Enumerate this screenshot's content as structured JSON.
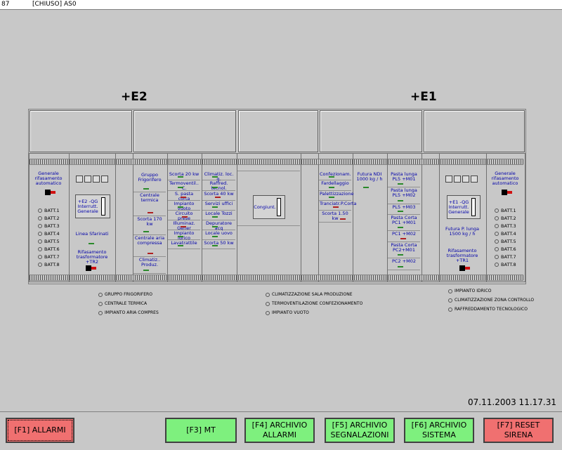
{
  "titlebar": {
    "number": "87",
    "title": "[CHIUSO] AS0"
  },
  "sections": {
    "e2": "+E2",
    "e1": "+E1"
  },
  "left_group": {
    "generale": "Generale rifasamento automatico",
    "batt": [
      "BATT.1",
      "BATT.2",
      "BATT.3",
      "BATT.4",
      "BATT.5",
      "BATT.6",
      "BATT.7",
      "BATT.8"
    ],
    "qg": "+E2 -QG Interrutt. Generale",
    "linea": "Linea Sfarinati",
    "rif": "Rifasamento trasformatore +TR2"
  },
  "col_frigo": [
    "Gruppo Frigorifero",
    "Centrale termica",
    "Scorta 170 kw",
    "Centrale aria compressa",
    "Climatiz.. Produz."
  ],
  "col_a": [
    "Scorta 20 kw",
    "Termoventil.. C.",
    "S. pasta corta",
    "Impianto vuoto",
    "Circuito prese",
    "Illuminaz. Gener",
    "Impianto idrico",
    "Lavatrattile"
  ],
  "col_b": [
    "Climatiz. loc. q.",
    "Raffred. tecnol.",
    "Scorta 40 kw",
    "Servizi uffici",
    "Locale Tozzi",
    "Depuratore acq",
    "Locale uovo",
    "Scorta 50 kw"
  ],
  "congiunt": "Congiunt.",
  "col_conf": [
    "Confezionam.",
    "Fardellaggio",
    "Palettizzazione",
    "Tranciatr.P.Corta",
    "Scorta 1.50 kw"
  ],
  "futura_ndi": "Futura NDI 1000 kg / h",
  "col_pasta": [
    "Pasta lunga PL5 +M01",
    "Pasta lunga PL5 +M02",
    "PL5 +M03",
    "Pasta Corta PC1 +M01",
    "PC1 +M02",
    "Pasta Corta PC2+M01",
    "PC2 +M02"
  ],
  "right_group": {
    "qg": "+E1 -QG Interrutt. Generale",
    "futura": "Futura P. lunga 1500 kg / h",
    "rif": "Rifasamento trasformatore +TR1",
    "generale": "Generale rifasamento automatico",
    "batt": [
      "BATT.1",
      "BATT.2",
      "BATT.3",
      "BATT.4",
      "BATT.5",
      "BATT.6",
      "BATT.7",
      "BATT.8"
    ]
  },
  "legend1": [
    "GRUPPO FRIGORIFERO",
    "CENTRALE TERMICA",
    "IMPIANTO ARIA COMPRES"
  ],
  "legend2": [
    "CLIMATIZZAZIONE SALA PRODUZIONE",
    "TERMOVENTILAZIONE CONFEZIONAMENTO",
    "IMPIANTO VUOTO"
  ],
  "legend3": [
    "IMPIANTO IDRICO",
    "CLIMATIZZAZIONE ZONA CONTROLLO",
    "RAFFREDDAMENTO TECNOLOGICO"
  ],
  "datetime": "07.11.2003 11.17.31",
  "footer": {
    "f1": "[F1]   ALLARMI",
    "f3": "[F3]    MT",
    "f4a": "[F4] ARCHIVIO",
    "f4b": "ALLARMI",
    "f5a": "[F5] ARCHIVIO",
    "f5b": "SEGNALAZIONI",
    "f6a": "[F6] ARCHIVIO",
    "f6b": "SISTEMA",
    "f7a": "[F7]    RESET",
    "f7b": "SIRENA"
  },
  "colors": {
    "ok": "#2a8a2a",
    "alarm": "#b02020",
    "button_green": "#7ef07e",
    "button_red": "#f07070"
  }
}
